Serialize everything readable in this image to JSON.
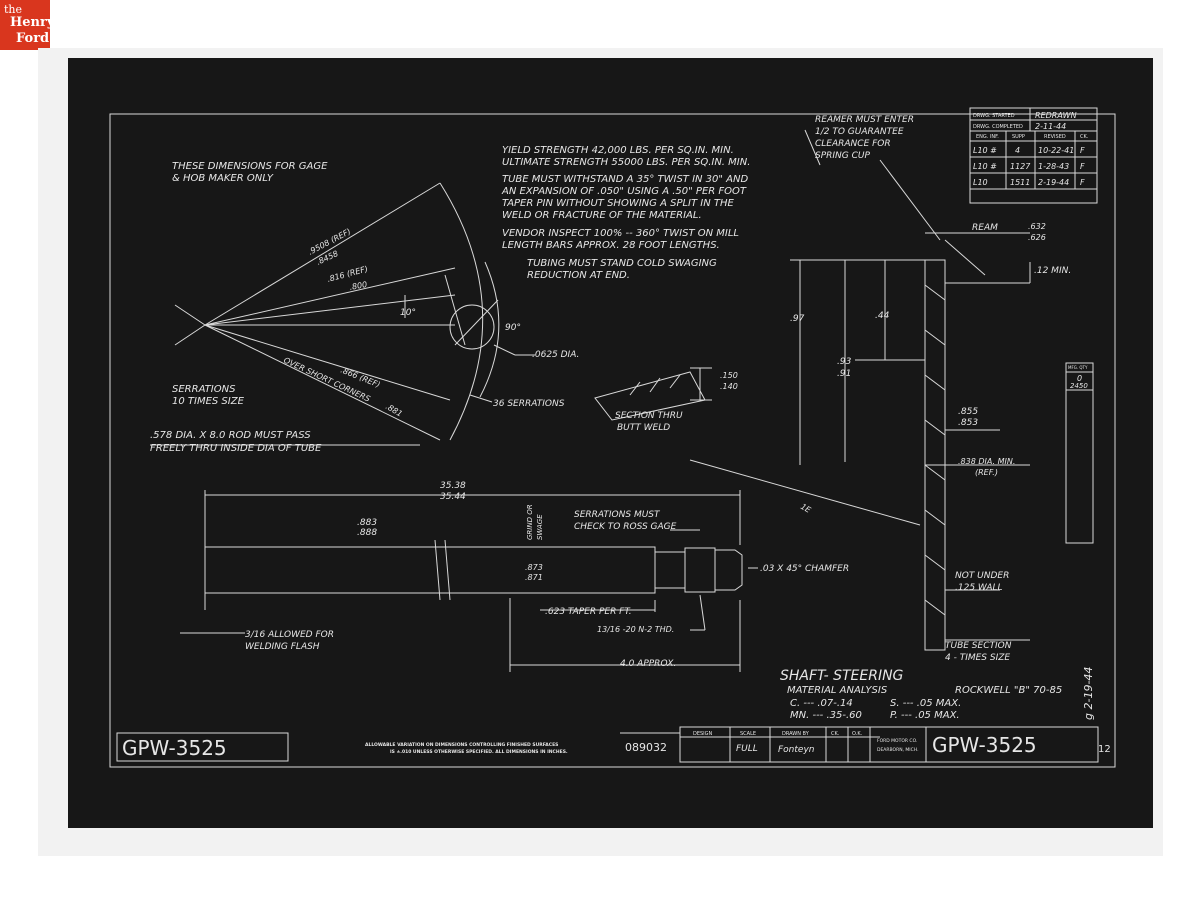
{
  "logo": {
    "line1": "the",
    "line2": "Henry",
    "line3": "Ford"
  },
  "notes": {
    "gage_note": [
      "THESE DIMENSIONS FOR GAGE",
      "& HOB MAKER ONLY"
    ],
    "weld_strength": [
      "YIELD STRENGTH 42,000 LBS. PER SQ.IN. MIN.",
      "ULTIMATE STRENGTH 55000 LBS. PER SQ.IN. MIN."
    ],
    "twist": [
      "TUBE MUST WITHSTAND A 35° TWIST IN 30\" AND",
      "AN EXPANSION OF .050\" USING A .50\" PER FOOT",
      "TAPER PIN WITHOUT SHOWING A SPLIT IN THE",
      "WELD OR FRACTURE OF THE MATERIAL."
    ],
    "vendor": [
      "VENDOR INSPECT 100% -- 360° TWIST ON MILL",
      "LENGTH BARS APPROX. 28 FOOT LENGTHS."
    ],
    "swaging": [
      "TUBING MUST STAND COLD SWAGING",
      "REDUCTION AT END."
    ],
    "reamer": [
      "REAMER MUST ENTER",
      "1/2 TO GUARANTEE",
      "CLEARANCE FOR",
      "SPRING CUP"
    ],
    "serrations_size": [
      "SERRATIONS",
      "10 TIMES SIZE"
    ],
    "rod_note": [
      ".578 DIA. X 8.0 ROD MUST PASS",
      "FREELY THRU INSIDE DIA OF TUBE"
    ],
    "section_butt_weld": [
      "SECTION THRU",
      "BUTT WELD"
    ],
    "serrations_check": [
      "SERRATIONS MUST",
      "CHECK TO ROSS GAGE"
    ],
    "welding_flash": [
      "3/16 ALLOWED FOR",
      "WELDING FLASH"
    ],
    "grind_swage": [
      "GRIND OR",
      "SWAGE"
    ],
    "not_under": [
      "NOT UNDER",
      ".125 WALL"
    ],
    "tube_section": [
      "TUBE SECTION",
      "4 - TIMES SIZE"
    ]
  },
  "dims": {
    "d_9508": ".9508 (REF)",
    "d_8458": ".8458",
    "d_816": ".816 (REF)",
    "d_800": ".800",
    "ang_10": "10°",
    "ang_90": "90°",
    "dia_0625": ".0625 DIA.",
    "d_866": ".866 (REF)",
    "over_short": "OVER SHORT CORNERS",
    "d_881": ".881",
    "serrations_36": "36 SERRATIONS",
    "h_150": ".150",
    "h_140": ".140",
    "len_3538": "35.38",
    "len_3544": "35.44",
    "d_883": ".883",
    "d_888": ".888",
    "d_873": ".873",
    "d_871": ".871",
    "chamfer": ".03 X 45° CHAMFER",
    "taper": ".623 TAPER PER FT.",
    "thread": "13/16 -20 N-2 THD.",
    "approx": "4.0 APPROX.",
    "ream": "REAM",
    "ream_632": ".632",
    "ream_626": ".626",
    "min_12": ".12 MIN.",
    "d_97": ".97",
    "d_44": ".44",
    "d_93": ".93",
    "d_91": ".91",
    "d_855": ".855",
    "d_853": ".853",
    "dia_838": ".838 DIA. MIN.",
    "ref": "(REF.)",
    "one_e": "1E"
  },
  "title_block": {
    "part_title": "SHAFT- STEERING",
    "material": "MATERIAL ANALYSIS",
    "rockwell": "ROCKWELL \"B\" 70-85",
    "c_val": "C. --- .07-.14",
    "mn_val": "MN. --- .35-.60",
    "s_val": "S. --- .05 MAX.",
    "p_val": "P. --- .05 MAX.",
    "part_number": "GPW-3525",
    "part_number_left": "GPW-3525",
    "allowable": [
      "ALLOWABLE VARIATION ON DIMENSIONS CONTROLLING FINISHED SURFACES",
      "IS ±.010 UNLESS OTHERWISE SPECIFIED. ALL DIMENSIONS IN INCHES."
    ],
    "drawing_no": "089032",
    "col_design": "DESIGN",
    "col_scale": "SCALE",
    "col_drawn": "DRAWN BY",
    "col_ck": "CK.",
    "col_ok": "O.K.",
    "scale_val": "FULL",
    "drawn_val": "Fonteyn",
    "company": [
      "FORD MOTOR CO.",
      "DEARBORN, MICH."
    ]
  },
  "revision_block": {
    "drwg_started": "DRWG. STARTED",
    "redrawn": "REDRAWN",
    "drwg_completed": "DRWG. COMPLETED",
    "completed_date": "2-11-44",
    "h_eng": "ENG. INF.",
    "h_supp": "SUPP",
    "h_revised": "REVISED",
    "h_ck": "CK.",
    "rows": [
      {
        "eng": "L10 #",
        "supp": "4",
        "revised": "10-22-41",
        "ck": "F"
      },
      {
        "eng": "L10 #",
        "supp": "1127",
        "revised": "1-28-43",
        "ck": "F"
      },
      {
        "eng": "L10",
        "supp": "1511",
        "revised": "2-19-44",
        "ck": "F"
      }
    ]
  },
  "side_table": {
    "header": "MFG. QTY",
    "qty": "0",
    "qty2": "2450"
  },
  "sign": "g 2-19-44",
  "sheet_num": "12"
}
